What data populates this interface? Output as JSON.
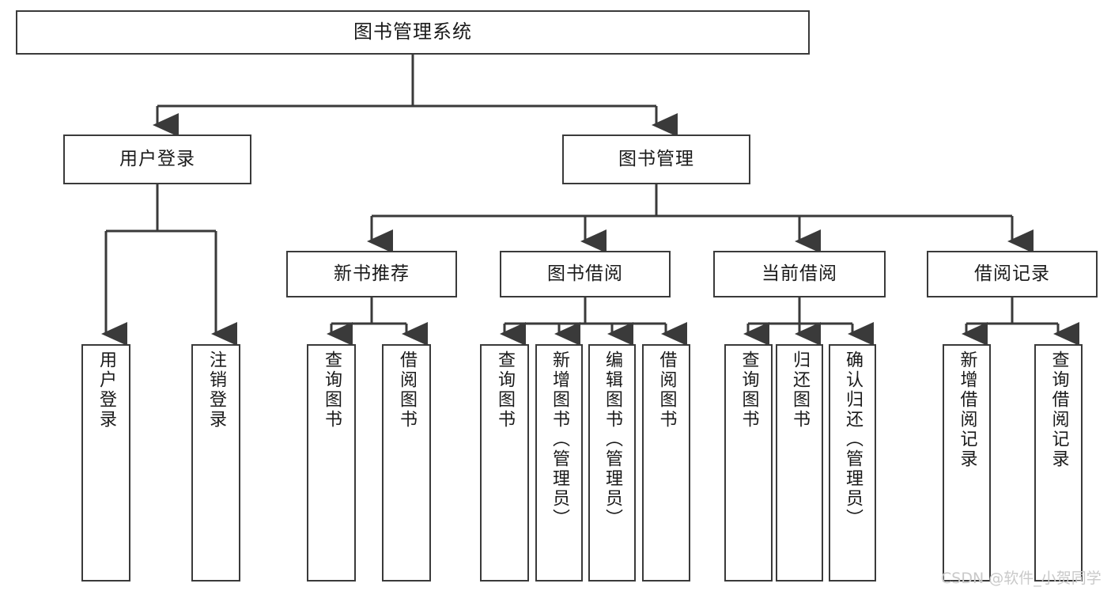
{
  "diagram": {
    "title": "图书管理系统",
    "type": "hierarchy-tree",
    "colors": {
      "box_border": "#3a3a3a",
      "box_fill": "#ffffff",
      "line": "#3a3a3a",
      "text": "#1a1a1a",
      "watermark": "#c9c9c9",
      "background": "#ffffff"
    },
    "levels": {
      "root": {
        "label": "图书管理系统"
      },
      "level2": [
        {
          "label": "用户登录"
        },
        {
          "label": "图书管理"
        }
      ],
      "level3": [
        {
          "label": "新书推荐"
        },
        {
          "label": "图书借阅"
        },
        {
          "label": "当前借阅"
        },
        {
          "label": "借阅记录"
        }
      ],
      "leaves": [
        {
          "label": "用户登录",
          "parent": "用户登录"
        },
        {
          "label": "注销登录",
          "parent": "用户登录"
        },
        {
          "label": "查询图书",
          "parent": "新书推荐"
        },
        {
          "label": "借阅图书",
          "parent": "新书推荐"
        },
        {
          "label": "查询图书",
          "parent": "图书借阅"
        },
        {
          "label": "新增图书（管理员）",
          "parent": "图书借阅"
        },
        {
          "label": "编辑图书（管理员）",
          "parent": "图书借阅"
        },
        {
          "label": "借阅图书",
          "parent": "图书借阅"
        },
        {
          "label": "查询图书",
          "parent": "当前借阅"
        },
        {
          "label": "归还图书",
          "parent": "当前借阅"
        },
        {
          "label": "确认归还（管理员）",
          "parent": "当前借阅"
        },
        {
          "label": "新增借阅记录",
          "parent": "借阅记录"
        },
        {
          "label": "查询借阅记录",
          "parent": "借阅记录"
        }
      ]
    },
    "watermark": "CSDN @软件_小贺同学"
  }
}
